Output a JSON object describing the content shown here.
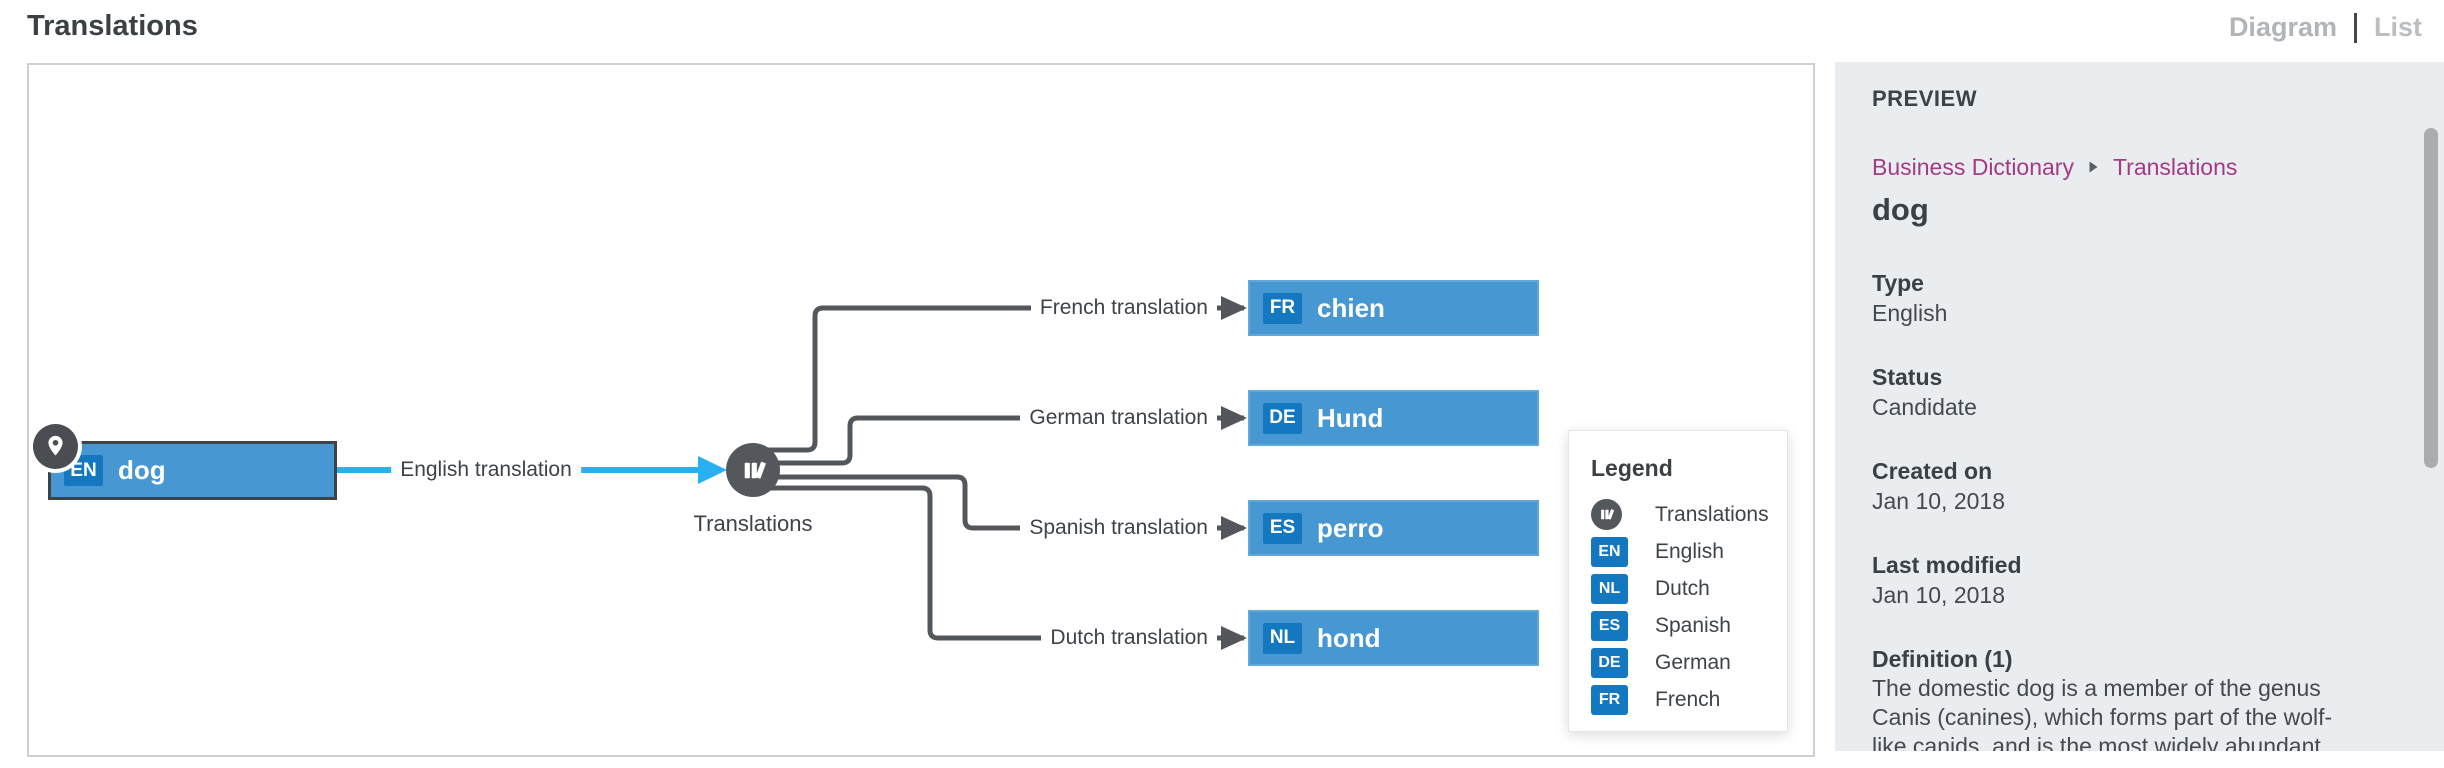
{
  "header": {
    "title": "Translations",
    "view_toggle": {
      "diagram": "Diagram",
      "list": "List"
    }
  },
  "diagram": {
    "root_node": {
      "badge": "EN",
      "term": "dog"
    },
    "root_edge_label": "English translation",
    "hub_label": "Translations",
    "branches": [
      {
        "edge_label": "French translation",
        "badge": "FR",
        "term": "chien"
      },
      {
        "edge_label": "German translation",
        "badge": "DE",
        "term": "Hund"
      },
      {
        "edge_label": "Spanish translation",
        "badge": "ES",
        "term": "perro"
      },
      {
        "edge_label": "Dutch translation",
        "badge": "NL",
        "term": "hond"
      }
    ],
    "legend": {
      "title": "Legend",
      "items": [
        {
          "icon": "translations-hub-icon",
          "label": "Translations"
        },
        {
          "badge": "EN",
          "label": "English"
        },
        {
          "badge": "NL",
          "label": "Dutch"
        },
        {
          "badge": "ES",
          "label": "Spanish"
        },
        {
          "badge": "DE",
          "label": "German"
        },
        {
          "badge": "FR",
          "label": "French"
        }
      ]
    }
  },
  "preview": {
    "heading": "PREVIEW",
    "breadcrumb": {
      "parent": "Business Dictionary",
      "current": "Translations"
    },
    "asset_title": "dog",
    "fields": [
      {
        "label": "Type",
        "value": "English"
      },
      {
        "label": "Status",
        "value": "Candidate"
      },
      {
        "label": "Created on",
        "value": "Jan 10, 2018"
      },
      {
        "label": "Last modified",
        "value": "Jan 10, 2018"
      }
    ],
    "definition": {
      "label": "Definition (1)",
      "lines": [
        "The domestic dog is a member of the genus",
        "Canis (canines), which forms part of the wolf-",
        "like canids, and is the most widely abundant"
      ]
    }
  },
  "colors": {
    "node_blue": "#4697d2",
    "badge_blue": "#1478c0",
    "edge_blue": "#29b0f2",
    "edge_gray": "#53575b",
    "hub_gray": "#54585c",
    "link_magenta": "#a23b85",
    "sidebar_bg": "#e9edf0"
  }
}
